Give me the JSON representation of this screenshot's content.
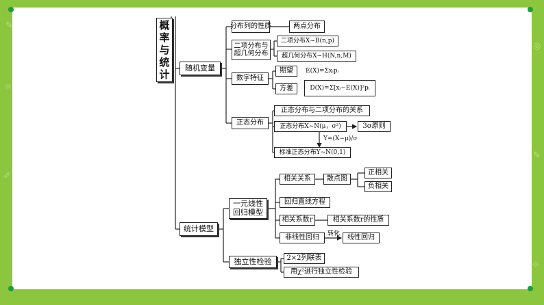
{
  "title_chars": [
    "概",
    "率",
    "与",
    "统",
    "计"
  ],
  "branch1": {
    "label": "随机变量",
    "items": {
      "dist_props": "分布列的性质",
      "two_point": "两点分布",
      "binom_hyper": [
        "二项分布与",
        "超几何分布"
      ],
      "binomial": "二项分布X~B(n,p)",
      "hypergeom": "超几何分布X~H(N,n,M)",
      "numeric": "数字特征",
      "expectation": "期望",
      "expectation_formula": "E(X)=Σxᵢpᵢ",
      "variance": "方差",
      "variance_formula": "D(X)=Σ[xᵢ−E(X)]²pᵢ",
      "normal": "正态分布",
      "normal_binom": "正态分布与二项分布的关系",
      "normal_def": "正态分布X~N(μ，σ²)",
      "three_sigma": "3σ原则",
      "standardize": "Y=(X−μ)/σ",
      "std_normal": "标准正态分布Y~N(0,1)"
    }
  },
  "branch2": {
    "label": "统计模型",
    "items": {
      "linear_model": [
        "一元线性",
        "回归模型"
      ],
      "correlation": "相关关系",
      "scatter": "散点图",
      "pos_corr": "正相关",
      "neg_corr": "负相关",
      "regression_eq": "回归直线方程",
      "corr_coef": "相关系数r",
      "corr_coef_props": "相关系数r的性质",
      "nonlinear": "非线性回归",
      "convert": "转化",
      "linear_reg": "线性回归",
      "independence": "独立性检验",
      "table": "2×2列联表",
      "chi_test": "用χ²进行独立性检验"
    }
  },
  "colors": {
    "background": "#8cc63f",
    "frame": "#ffffff",
    "dot": "#1e9e3a"
  }
}
